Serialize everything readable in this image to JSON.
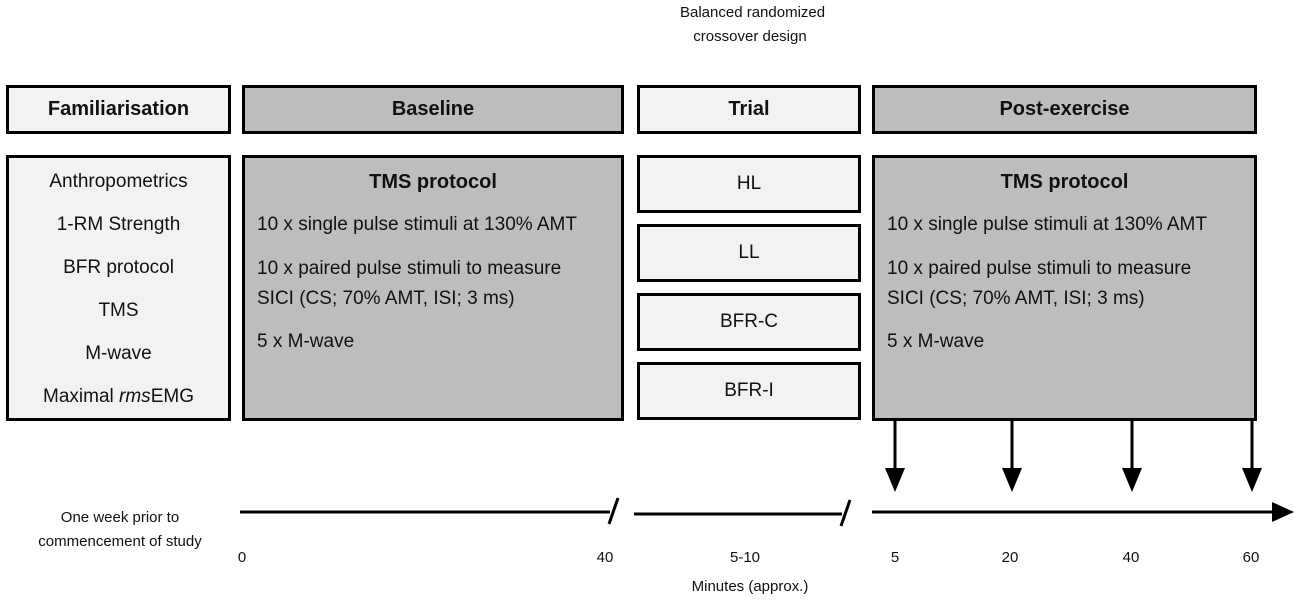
{
  "design_note": [
    "Balanced randomized",
    "crossover design"
  ],
  "headers": {
    "familiarisation": "Familiarisation",
    "baseline": "Baseline",
    "trial": "Trial",
    "post_exercise": "Post-exercise"
  },
  "familiarisation_items": [
    "Anthropometrics",
    "1-RM Strength",
    "BFR protocol",
    "TMS",
    "M-wave",
    "Maximal ",
    "rms",
    "EMG"
  ],
  "baseline": {
    "title": "TMS protocol",
    "line1": "10 x single pulse stimuli at 130% AMT",
    "line2a": "10 x paired pulse stimuli to measure",
    "line2b": "SICI (CS; 70% AMT, ISI; 3 ms)",
    "line3": "5 x M-wave"
  },
  "trial_conditions": [
    "HL",
    "LL",
    "BFR-C",
    "BFR-I"
  ],
  "post_exercise": {
    "title": "TMS protocol",
    "line1": "10 x single pulse stimuli at 130% AMT",
    "line2a": "10 x paired pulse stimuli to measure",
    "line2b": "SICI (CS; 70% AMT, ISI; 3 ms)",
    "line3": "5 x M-wave"
  },
  "timeline": {
    "familiarisation_note": [
      "One week prior to",
      "commencement of study"
    ],
    "baseline_ticks": [
      "0",
      "40"
    ],
    "trial_tick": "5-10",
    "post_ticks": [
      "5",
      "20",
      "40",
      "60"
    ],
    "axis_label": "Minutes (approx.)"
  }
}
